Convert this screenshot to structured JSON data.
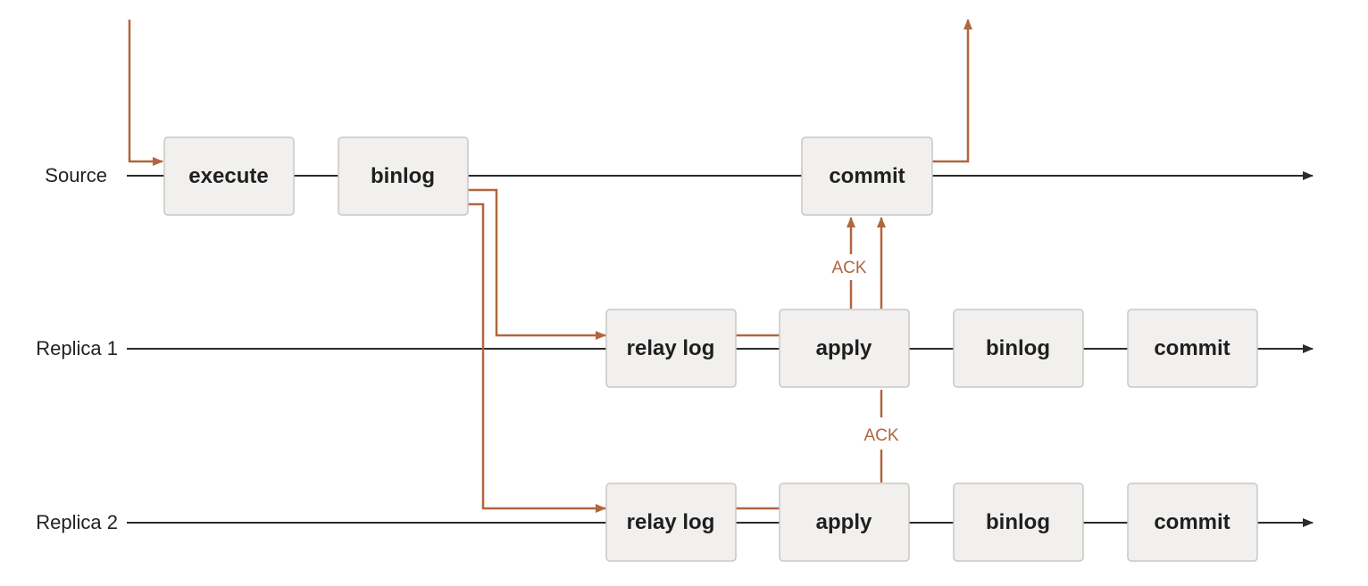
{
  "colors": {
    "flow": "#b0663f",
    "timeline": "#2b2b2b",
    "box_fill": "#f1f0ee",
    "box_stroke": "#c9c7c3"
  },
  "lanes": {
    "source": "Source",
    "replica1": "Replica 1",
    "replica2": "Replica 2"
  },
  "steps": {
    "source": {
      "execute": "execute",
      "binlog": "binlog",
      "commit": "commit"
    },
    "replica1": {
      "relay_log": "relay log",
      "apply": "apply",
      "binlog": "binlog",
      "commit": "commit"
    },
    "replica2": {
      "relay_log": "relay log",
      "apply": "apply",
      "binlog": "binlog",
      "commit": "commit"
    }
  },
  "acks": {
    "replica1": "ACK",
    "replica2": "ACK"
  }
}
